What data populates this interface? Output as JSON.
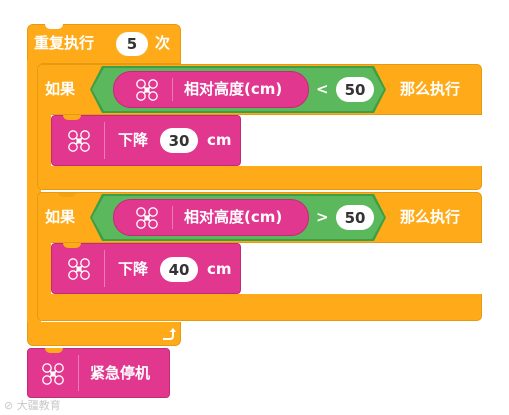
{
  "repeat_block": {
    "label": "重复执行",
    "count": "5",
    "unit": "次"
  },
  "if_blocks": [
    {
      "if_label": "如果",
      "sensor_label": "相对高度(cm)",
      "operator": "<",
      "value": "50",
      "then_label": "那么执行",
      "action": {
        "label": "下降",
        "value": "30",
        "unit": "cm"
      }
    },
    {
      "if_label": "如果",
      "sensor_label": "相对高度(cm)",
      "operator": ">",
      "value": "50",
      "then_label": "那么执行",
      "action": {
        "label": "下降",
        "value": "40",
        "unit": "cm"
      }
    }
  ],
  "loop_arrow_icon": "loop-arrow-icon",
  "drone_icon": "drone-icon",
  "stop_block": {
    "label": "紧急停机"
  },
  "watermark": "大疆教育",
  "colors": {
    "control": "#FFAB19",
    "drone": "#E2378F",
    "operator": "#5CB85C"
  }
}
